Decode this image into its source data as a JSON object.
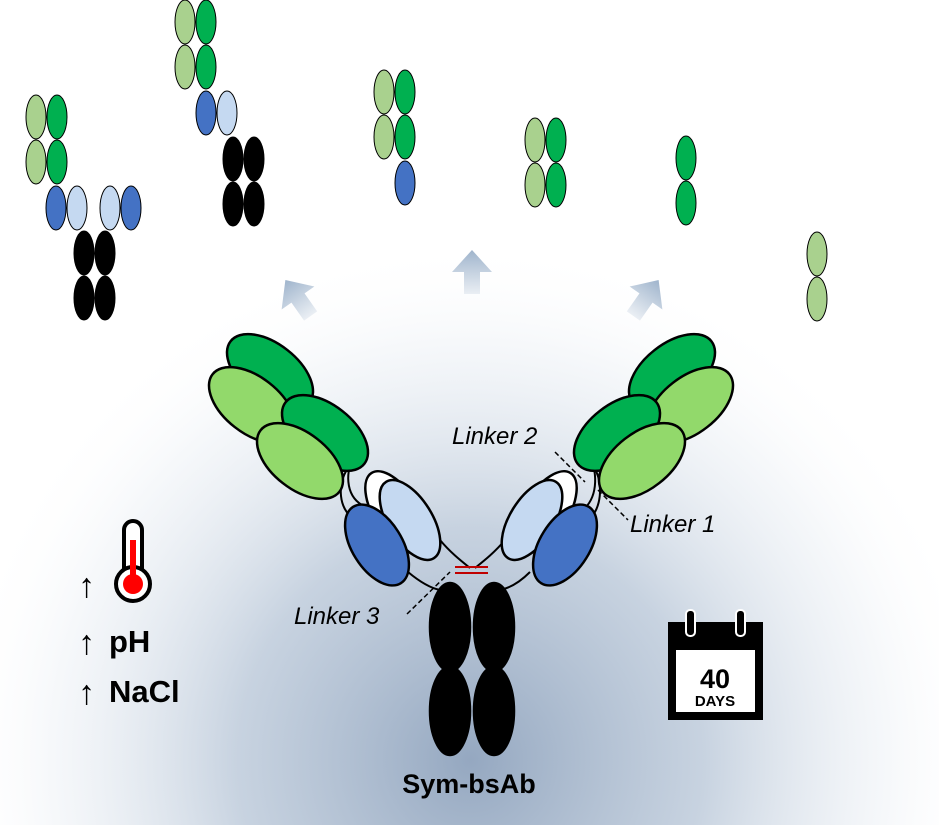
{
  "title": "Sym-bsAb",
  "linkers": {
    "linker1": "Linker 1",
    "linker2": "Linker 2",
    "linker3": "Linker 3"
  },
  "conditions": {
    "arrow": "↑",
    "ph": "pH",
    "nacl": "NaCl"
  },
  "calendar": {
    "number": "40",
    "unit": "DAYS"
  },
  "colors": {
    "dark_green": "#00b050",
    "light_green": "#a9d18e",
    "bright_light_green": "#92d96b",
    "dark_blue": "#4472c4",
    "light_blue": "#c5d9f1",
    "heavy_chain": "#000000",
    "disulfide": "#c00000",
    "background_glow": "#8fa3bd",
    "arrow": "#9fb4cc",
    "thermometer_red": "#ff0000"
  },
  "icons": {
    "thermometer": "thermometer-icon",
    "calendar": "calendar-icon"
  }
}
